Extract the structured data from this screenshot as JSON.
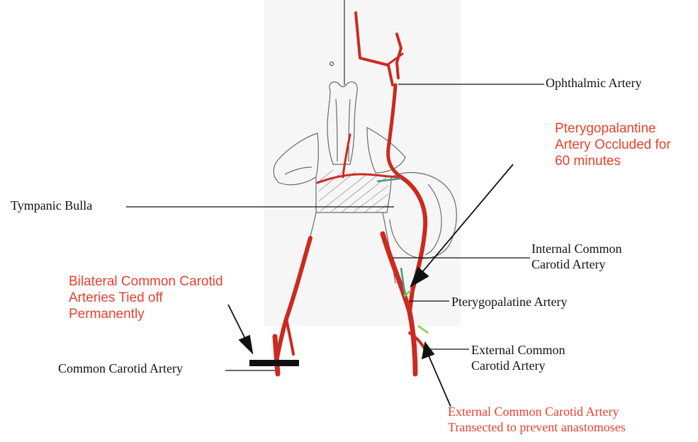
{
  "colors": {
    "artery": "#cc2a1f",
    "red_label": "#e8412c",
    "ink": "#111111",
    "teal": "#3a9c8c",
    "green": "#7ad13a"
  },
  "labels": {
    "ophthalmic": "Ophthalmic Artery",
    "pterygo_occluded": [
      "Pterygopalantine",
      "Artery Occluded for",
      "60 minutes"
    ],
    "tympanic_bulla": "Tympanic Bulla",
    "internal_cca": [
      "Internal Common",
      "Carotid Artery"
    ],
    "bilateral_cca": [
      "Bilateral Common Carotid",
      "Arteries Tied off",
      "Permanently"
    ],
    "pterygopalatine": "Pterygopalatine Artery",
    "external_cca": [
      "External Common",
      "Carotid Artery"
    ],
    "common_carotid": "Common Carotid Artery",
    "external_transected": [
      "External Common Carotid Artery",
      "Transected to prevent anastomoses"
    ]
  }
}
